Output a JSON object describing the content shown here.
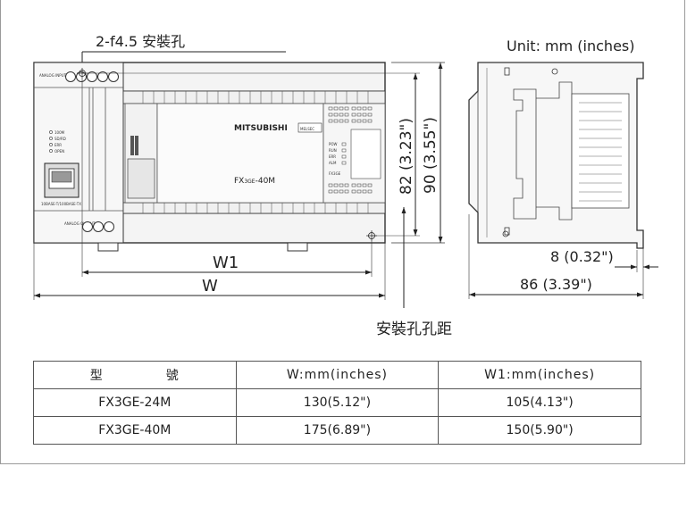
{
  "annotations": {
    "hole_label": "2-f4.5 安裝孔",
    "unit": "Unit: mm (inches)",
    "height_82": "82 (3.23\")",
    "height_90": "90 (3.55\")",
    "w1": "W1",
    "w": "W",
    "depth_8": "8 (0.32\")",
    "depth_86": "86 (3.39\")",
    "hole_pitch": "安裝孔孔距"
  },
  "device": {
    "brand": "MITSUBISHI",
    "series_badge": "MELSEC",
    "model": "FX3GE-40M",
    "model_prefix": "FX",
    "model_small": "3GE",
    "model_suffix": "-40M",
    "analog_input": "ANALOG INPUT",
    "analog_output": "ANALOG OUTPUT",
    "leds_left": [
      "100M",
      "SD/RD",
      "ERR",
      "OPEN"
    ],
    "leds_right": [
      "POW",
      "RUN",
      "ERR",
      "ALM"
    ],
    "fx_label": "FX3GE",
    "port_label": "10BASE-T/100BASE-TX"
  },
  "table": {
    "headers": [
      "型",
      "號",
      "W:mm(inches)",
      "W1:mm(inches)"
    ],
    "rows": [
      {
        "model": "FX3GE-24M",
        "w": "130(5.12\")",
        "w1": "105(4.13\")"
      },
      {
        "model": "FX3GE-40M",
        "w": "175(6.89\")",
        "w1": "150(5.90\")"
      }
    ]
  }
}
